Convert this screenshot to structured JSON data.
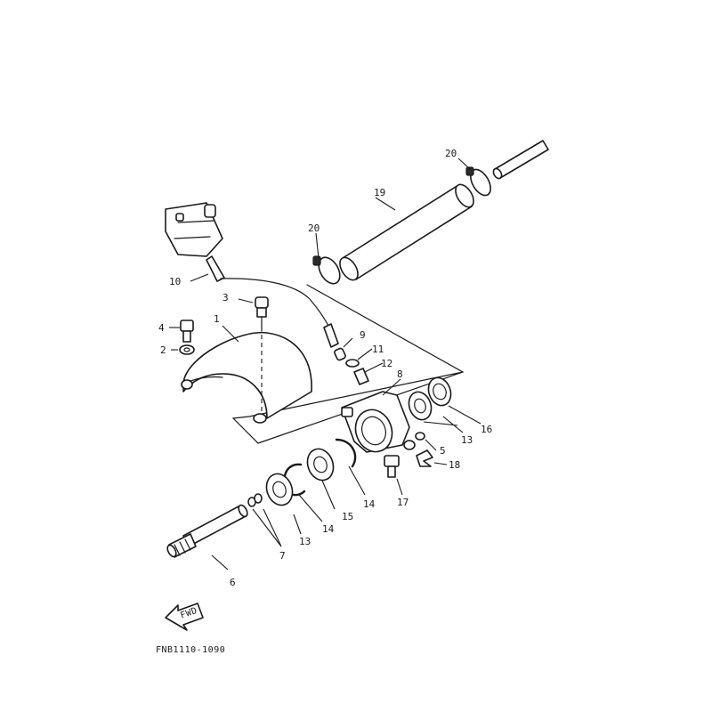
{
  "diagram_code": "FNB1110-1090",
  "fwd_label": "FWD",
  "callouts": {
    "p1": "1",
    "p2": "2",
    "p3": "3",
    "p4": "4",
    "p5": "5",
    "p6": "6",
    "p7": "7",
    "p8": "8",
    "p9": "9",
    "p10": "10",
    "p11": "11",
    "p12": "12",
    "p13a": "13",
    "p13b": "13",
    "p14a": "14",
    "p14b": "14",
    "p15": "15",
    "p16": "16",
    "p17": "17",
    "p18": "18",
    "p19": "19",
    "p20a": "20",
    "p20b": "20"
  }
}
